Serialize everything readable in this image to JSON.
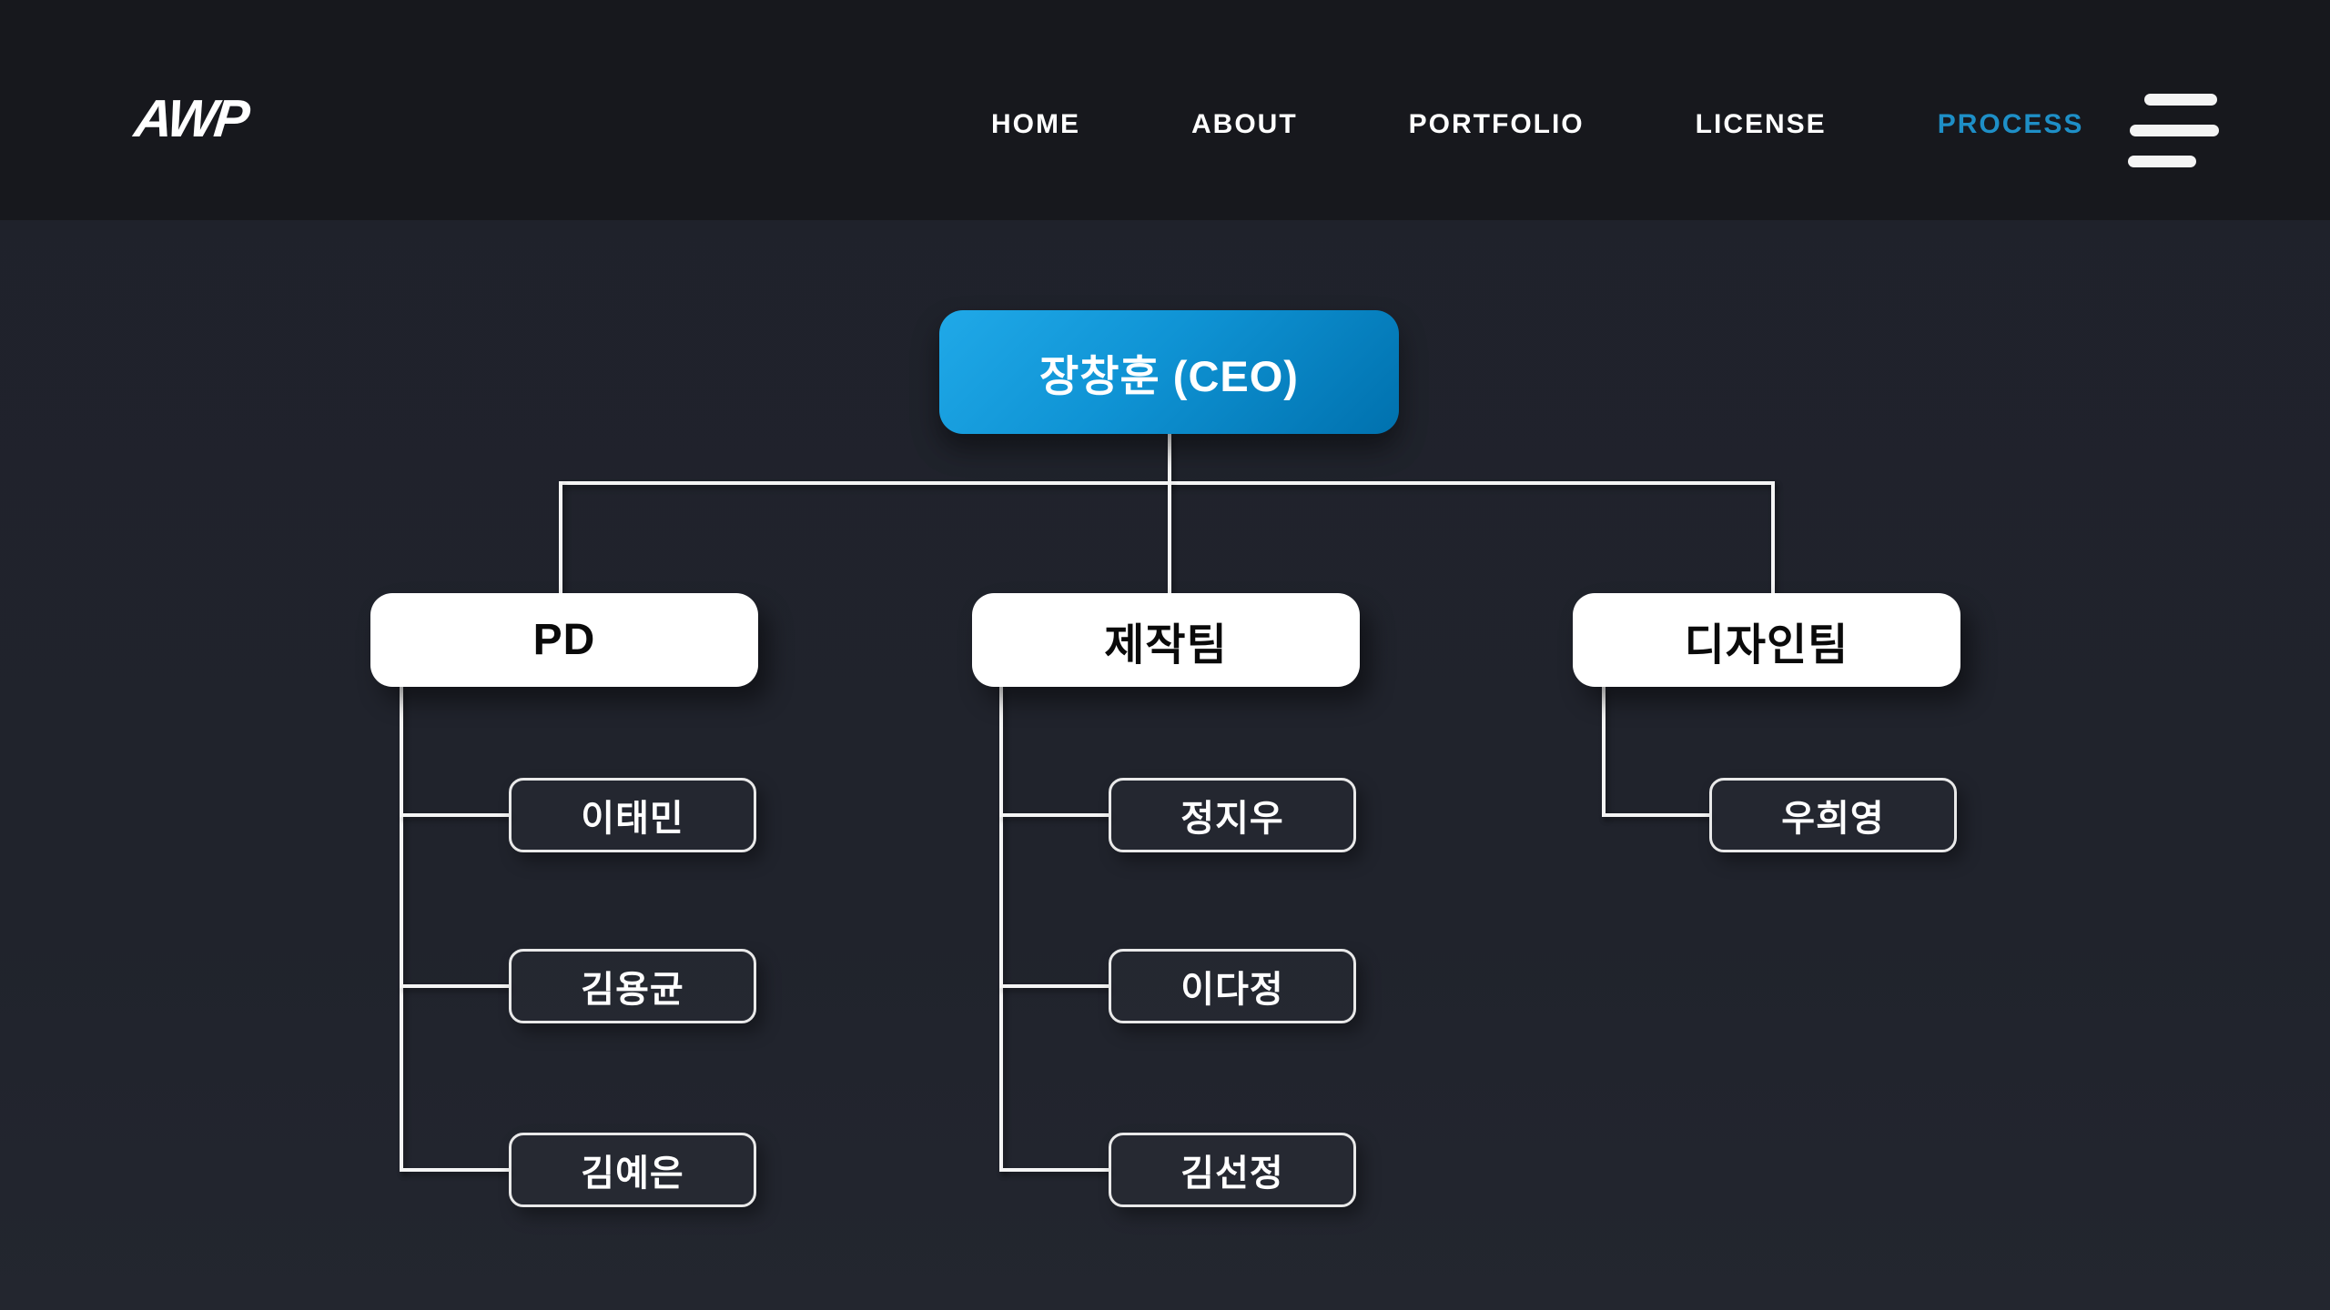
{
  "page": {
    "background_color": "#1f222b",
    "header_background_color": "#17181d",
    "accent_blue": "#1e8fc7",
    "ceo_gradient": [
      "#20a9e8",
      "#0071ae"
    ],
    "line_color": "#f5f5f5"
  },
  "header": {
    "logo": "AWP",
    "nav": [
      {
        "label": "HOME",
        "active": false
      },
      {
        "label": "ABOUT",
        "active": false
      },
      {
        "label": "PORTFOLIO",
        "active": false
      },
      {
        "label": "LICENSE",
        "active": false
      },
      {
        "label": "PROCESS",
        "active": true
      }
    ],
    "menu_icon": "hamburger-icon"
  },
  "org_chart": {
    "root": {
      "label": "장창훈 (CEO)"
    },
    "teams": [
      {
        "label": "PD",
        "members": [
          "이태민",
          "김용균",
          "김예은"
        ]
      },
      {
        "label": "제작팀",
        "members": [
          "정지우",
          "이다정",
          "김선정"
        ]
      },
      {
        "label": "디자인팀",
        "members": [
          "우희영"
        ]
      }
    ]
  }
}
